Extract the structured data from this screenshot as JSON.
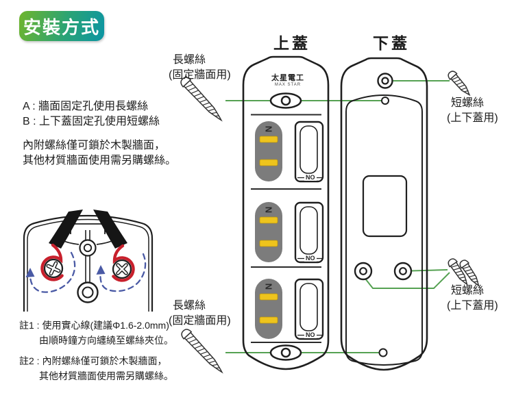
{
  "badge": {
    "label": "安裝方式"
  },
  "instructions": {
    "line_a": "A : 牆面固定孔使用長螺絲",
    "line_b": "B : 上下蓋固定孔使用短螺絲",
    "wall_note_line1": "內附螺絲僅可鎖於木製牆面，",
    "wall_note_line2": "其他材質牆面使用需另購螺絲。"
  },
  "covers": {
    "top_cover": "上蓋",
    "bottom_cover": "下蓋"
  },
  "brand": {
    "name": "太星電工",
    "subtitle": "MAX STAR"
  },
  "screw_labels": {
    "long_top": {
      "title": "長螺絲",
      "usage": "(固定牆面用)"
    },
    "short_top": {
      "title": "短螺絲",
      "usage": "(上下蓋用)"
    },
    "long_bottom": {
      "title": "長螺絲",
      "usage": "(固定牆面用)"
    },
    "short_bottom": {
      "title": "短螺絲",
      "usage": "(上下蓋用)"
    }
  },
  "front_cover": {
    "rows": [
      {
        "neutral": "N",
        "switch_state": "NO"
      },
      {
        "neutral": "N",
        "switch_state": "NO"
      },
      {
        "neutral": "N",
        "switch_state": "NO"
      }
    ]
  },
  "footnotes": {
    "note1": {
      "line1": "註1 : 使用實心線(建議Φ1.6-2.0mm)",
      "line2": "由順時鐘方向纏繞至螺絲夾位。"
    },
    "note2": {
      "line1": "註2 : 內附螺絲僅可鎖於木製牆面，",
      "line2": "其他材質牆面使用需另購螺絲。"
    }
  },
  "colors": {
    "badge_gradient_start": "#6fb52c",
    "badge_gradient_end": "#0b95a4",
    "leader_line_green": "#55a152",
    "socket_gray": "#7c7c7c",
    "slot_yellow": "#eec41d",
    "wire_red": "#c8202c",
    "arrow_blue": "#4a5aa5"
  }
}
